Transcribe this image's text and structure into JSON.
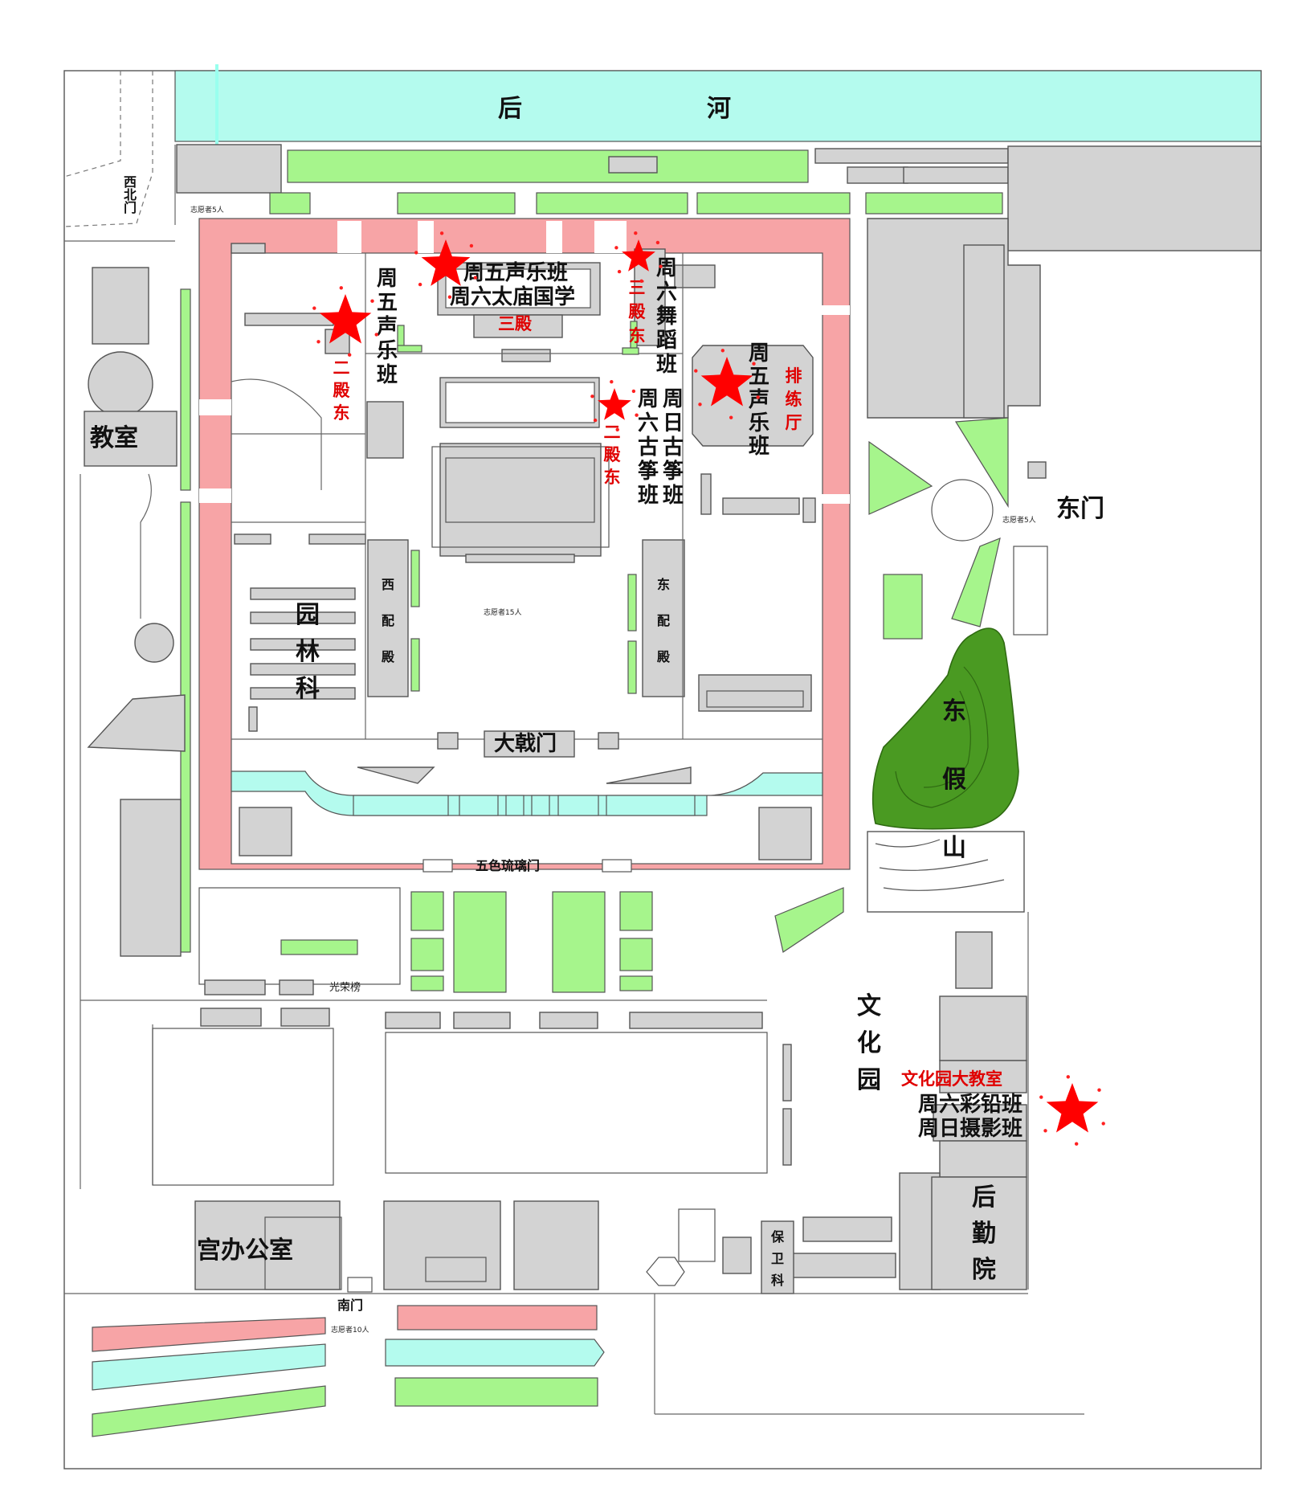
{
  "labels": {
    "river_hou": "后",
    "river_he": "河",
    "northwest_gate": "西北门",
    "volunteers_nw": "志愿者5人",
    "east_gate": "东门",
    "volunteers_east": "志愿者5人",
    "south_gate": "南门",
    "volunteers_south": "志愿者10人",
    "volunteers_center": "志愿者15人",
    "classroom": "教室",
    "third_hall": "三殿",
    "fri_vocal": "周五声乐班",
    "sat_guoxue": "周六太庙国学",
    "fri_vocal_west": "周五声乐班",
    "second_hall_east_west": "二殿东",
    "third_hall_east": "三殿东",
    "sat_dance": "周六舞蹈班",
    "fri_vocal_east": "周五声乐班",
    "rehearsal_hall": "排练厅",
    "second_hall_east": "二殿东",
    "sat_guzheng": "周六古筝班",
    "sun_guzheng": "周日古筝班",
    "west_side_hall": "西配殿",
    "east_side_hall": "东配殿",
    "garden_section": "园林科",
    "dajimen": "大戟门",
    "glazed_gate": "五色琉璃门",
    "honor_board": "光荣榜",
    "east_hill": "东假山",
    "culture_park": "文化园",
    "big_classroom": "文化园大教室",
    "sat_painting": "周六彩铅班",
    "sun_photo": "周日摄影班",
    "logistics": "后勤院",
    "palace_office": "宫办公室",
    "security": "保卫科"
  },
  "colors": {
    "water": "#b4fbee",
    "lawn": "#a6f58c",
    "wall": "#f7a4a6",
    "building": "#d3d3d3",
    "hill": "#4a9a22",
    "marker": "#ff0000"
  },
  "markers": [
    "star-marker",
    "star-marker",
    "star-marker",
    "star-marker",
    "star-marker",
    "star-marker"
  ]
}
